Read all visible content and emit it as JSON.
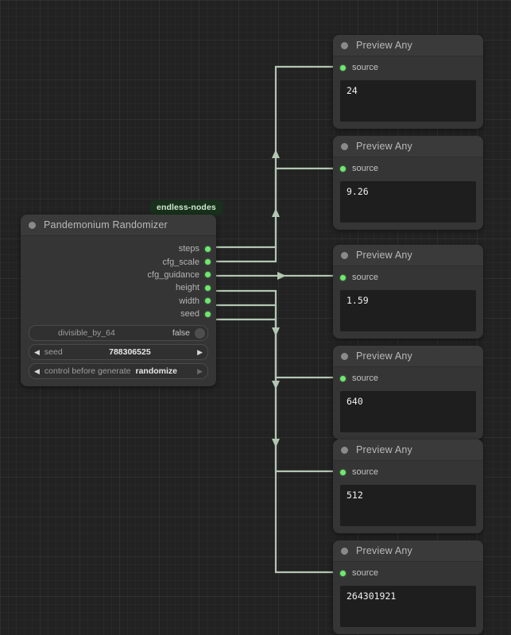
{
  "canvas": {
    "background_color": "#222222",
    "grid_color": "#2b2b2b",
    "link_color": "#b3c7b3",
    "port_color": "#6ee86e"
  },
  "badge": {
    "label": "endless-nodes",
    "background_color": "#18301c",
    "text_color": "#cfe8cf"
  },
  "randomizer_node": {
    "title": "Pandemonium Randomizer",
    "collapse_icon": "circle-icon",
    "outputs": [
      {
        "label": "steps"
      },
      {
        "label": "cfg_scale"
      },
      {
        "label": "cfg_guidance"
      },
      {
        "label": "height"
      },
      {
        "label": "width"
      },
      {
        "label": "seed"
      }
    ],
    "widgets": [
      {
        "type": "toggle",
        "name": "divisible_by_64",
        "value": "false",
        "left_arrow": "",
        "right_arrow": ""
      },
      {
        "type": "number",
        "name": "seed",
        "value": "788306525",
        "left_arrow": "◀",
        "right_arrow": "▶"
      },
      {
        "type": "combo",
        "name": "control before generate",
        "value": "randomize",
        "left_arrow": "◀",
        "right_arrow": "▶"
      }
    ]
  },
  "preview_nodes": [
    {
      "title": "Preview Any",
      "input_label": "source",
      "value": "24",
      "source_output": "steps"
    },
    {
      "title": "Preview Any",
      "input_label": "source",
      "value": "9.26",
      "source_output": "cfg_scale"
    },
    {
      "title": "Preview Any",
      "input_label": "source",
      "value": "1.59",
      "source_output": "cfg_guidance"
    },
    {
      "title": "Preview Any",
      "input_label": "source",
      "value": "640",
      "source_output": "height"
    },
    {
      "title": "Preview Any",
      "input_label": "source",
      "value": "512",
      "source_output": "width"
    },
    {
      "title": "Preview Any",
      "input_label": "source",
      "value": "264301921",
      "source_output": "seed"
    }
  ]
}
